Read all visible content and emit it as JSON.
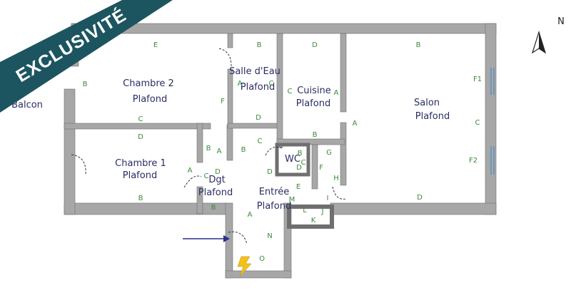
{
  "banner": {
    "label": "EXCLUSIVITÉ",
    "color": "#1c5560"
  },
  "compass": {
    "label": "N"
  },
  "rooms": {
    "balcon": {
      "name": "Balcon"
    },
    "chambre2": {
      "name": "Chambre 2",
      "ceiling": "Plafond"
    },
    "salle_eau": {
      "name": "Salle d'Eau",
      "ceiling": "Plafond"
    },
    "cuisine": {
      "name": "Cuisine",
      "ceiling": "Plafond"
    },
    "salon": {
      "name": "Salon",
      "ceiling": "Plafond"
    },
    "chambre1": {
      "name": "Chambre 1",
      "ceiling": "Plafond"
    },
    "wc": {
      "name": "WC"
    },
    "dgt": {
      "name": "Dgt",
      "ceiling": "Plafond"
    },
    "entree": {
      "name": "Entrée",
      "ceiling": "Plafond"
    }
  },
  "wall_labels": {
    "ch2_e": "E",
    "ch2_b": "B",
    "ch2_c": "C",
    "ch2_f": "F",
    "se_b": "B",
    "se_a": "A",
    "se_c": "C",
    "se_d": "D",
    "cu_d": "D",
    "cu_c": "C",
    "cu_a": "A",
    "cu_b": "B",
    "sa_b": "B",
    "sa_f1": "F1",
    "sa_c": "C",
    "sa_f2": "F2",
    "sa_a": "A",
    "sa_d": "D",
    "ch1_d": "D",
    "ch1_b": "B",
    "ch1_a": "A",
    "dg_b1": "B",
    "dg_a": "A",
    "dg_c": "C",
    "dg_d": "D",
    "dg_b2": "B",
    "en_b": "B",
    "en_c": "C",
    "en_d": "D",
    "en_e": "E",
    "en_m": "M",
    "en_l": "L",
    "en_k": "K",
    "en_j": "J",
    "en_i": "I",
    "en_a": "A",
    "en_n": "N",
    "en_o": "O",
    "wc_b": "B",
    "wc_c": "C",
    "wc_d": "D",
    "pl_g": "G",
    "pl_f": "F",
    "pl_h": "H"
  },
  "colors": {
    "wall": "#a7a7a7",
    "wall_stroke": "#6f6f6f",
    "arrow": "#2c2f8a",
    "meter": "#f2c21a"
  }
}
